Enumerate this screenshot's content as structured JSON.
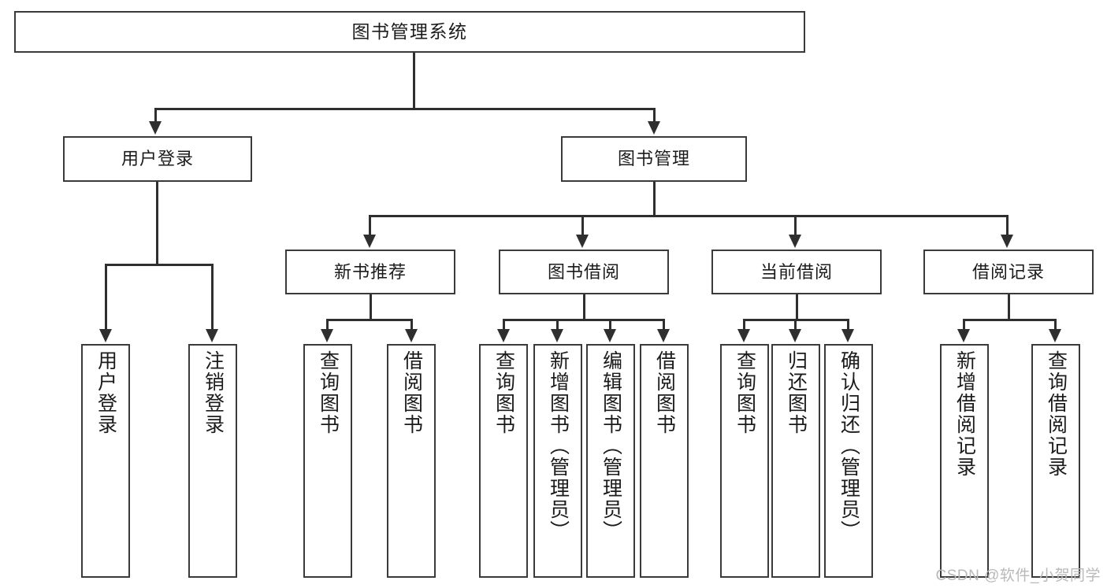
{
  "diagram": {
    "title": "图书管理系统",
    "watermark": "CSDN @软件_小贺同学",
    "root": {
      "label": "图书管理系统"
    },
    "level2": [
      {
        "label": "用户登录"
      },
      {
        "label": "图书管理"
      }
    ],
    "level3": [
      {
        "label": "新书推荐"
      },
      {
        "label": "图书借阅"
      },
      {
        "label": "当前借阅"
      },
      {
        "label": "借阅记录"
      }
    ],
    "leaves": {
      "user_login": [
        {
          "label": "用户登录"
        },
        {
          "label": "注销登录"
        }
      ],
      "new_book_recommend": [
        {
          "label": "查询图书"
        },
        {
          "label": "借阅图书"
        }
      ],
      "book_borrow": [
        {
          "label": "查询图书"
        },
        {
          "label": "新增图书（管理员）"
        },
        {
          "label": "编辑图书（管理员）"
        },
        {
          "label": "借阅图书"
        }
      ],
      "current_borrow": [
        {
          "label": "查询图书"
        },
        {
          "label": "归还图书"
        },
        {
          "label": "确认归还（管理员）"
        }
      ],
      "borrow_record": [
        {
          "label": "新增借阅记录"
        },
        {
          "label": "查询借阅记录"
        }
      ]
    },
    "colors": {
      "stroke": "#3a3a3a",
      "connector": "#2f2f2f",
      "background": "#ffffff",
      "text": "#1b1b1b",
      "watermark": "#b9b9b9"
    }
  }
}
